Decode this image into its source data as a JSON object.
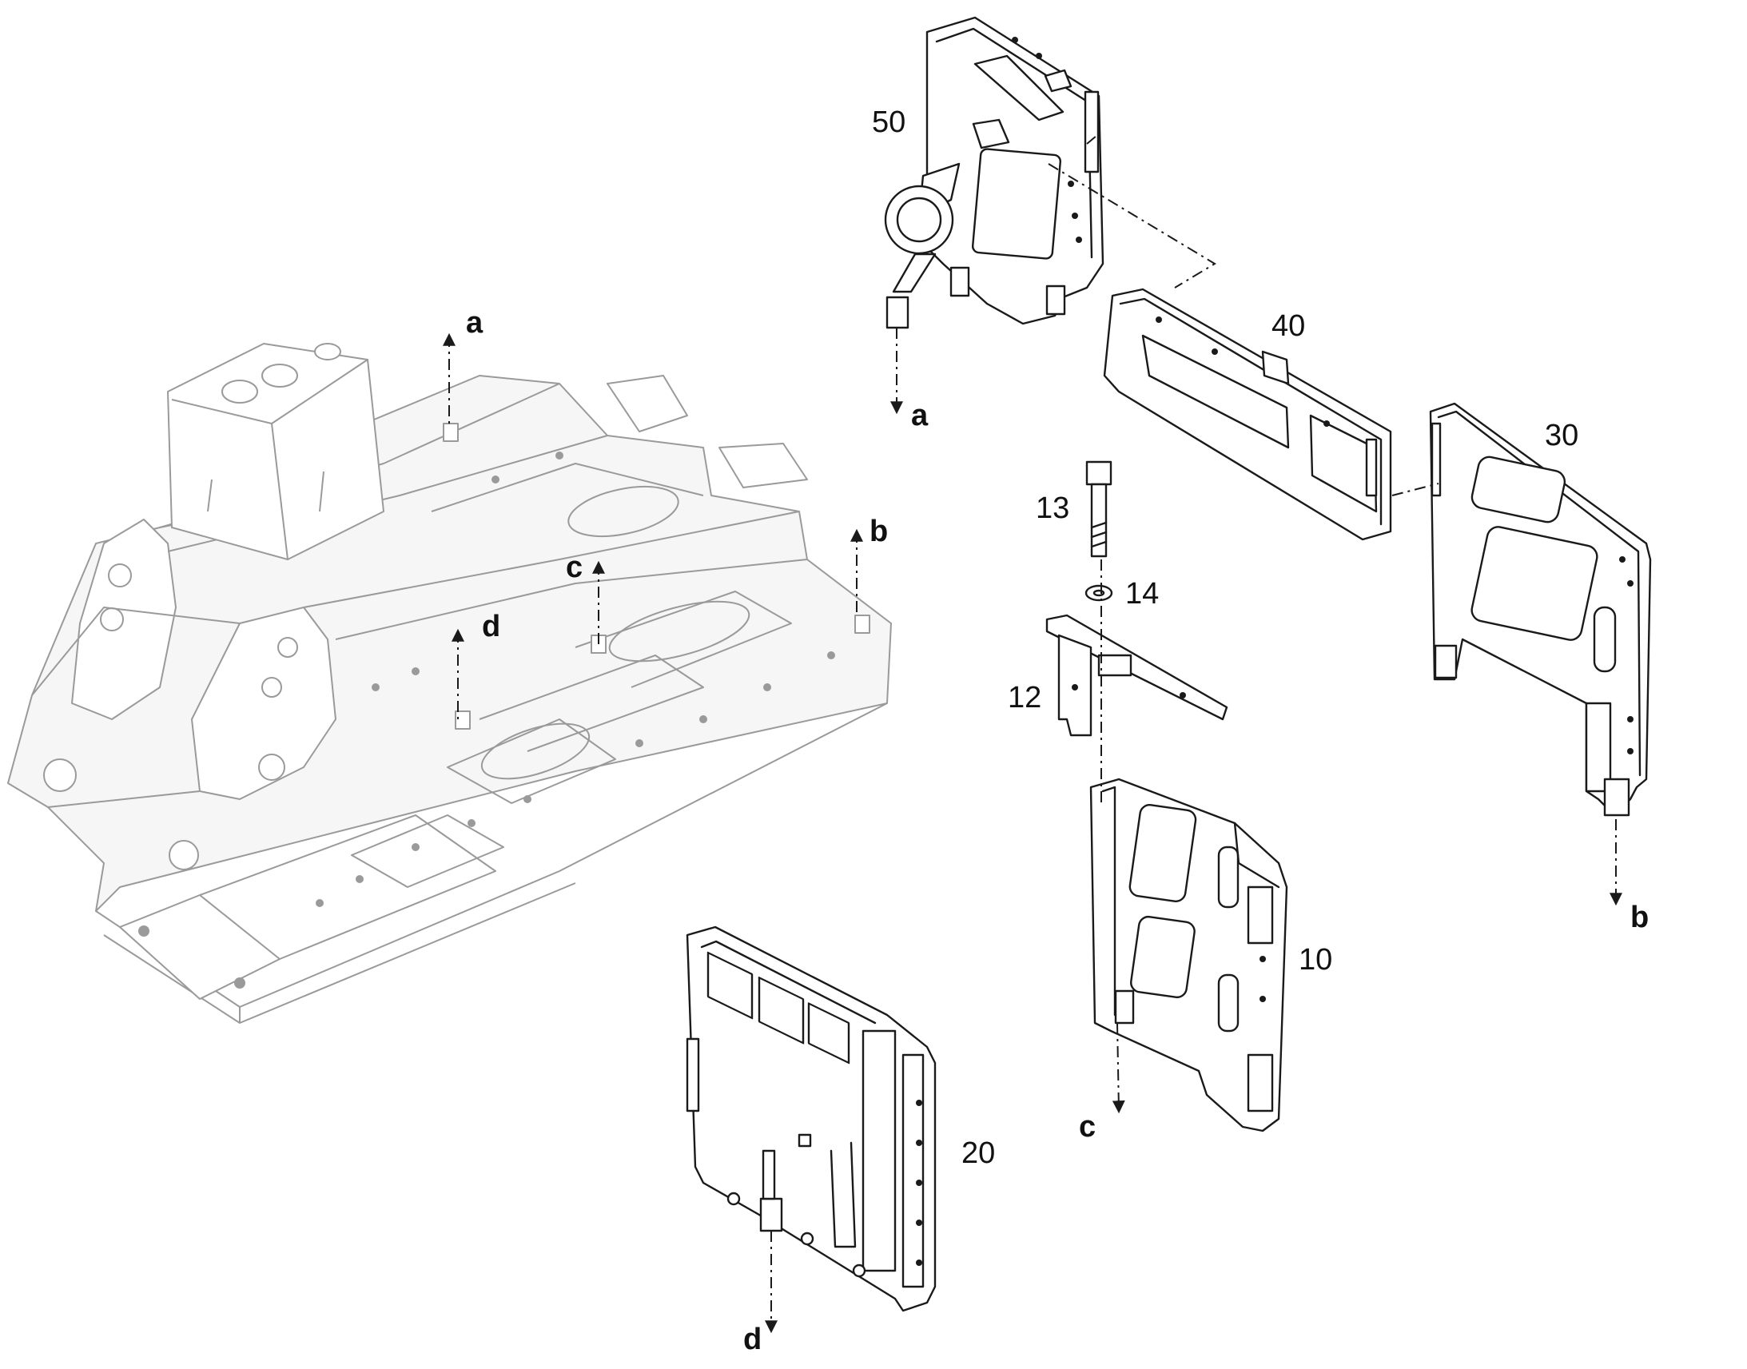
{
  "parts": {
    "p10": "10",
    "p12": "12",
    "p13": "13",
    "p14": "14",
    "p20": "20",
    "p30": "30",
    "p40": "40",
    "p50": "50"
  },
  "references": {
    "a": "a",
    "b": "b",
    "c": "c",
    "d": "d"
  }
}
